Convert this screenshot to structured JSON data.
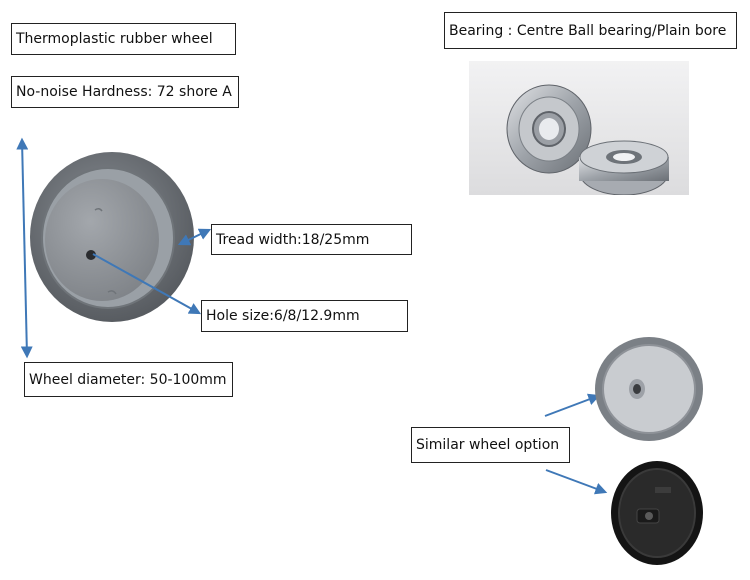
{
  "labels": {
    "material": "Thermoplastic rubber wheel",
    "hardness": "No-noise Hardness: 72 shore A",
    "bearing": "Bearing : Centre Ball bearing/Plain bore",
    "tread": "Tread width:18/25mm",
    "hole": "Hole size:6/8/12.9mm",
    "diameter": "Wheel diameter: 50-100mm",
    "similar": "Similar wheel option"
  },
  "colors": {
    "arrow": "#3f78b7",
    "tread": "#6e737a",
    "hub": "#8c9096",
    "black_wheel": "#1c1c1c",
    "bearing_metal": "#b8bcc2"
  }
}
